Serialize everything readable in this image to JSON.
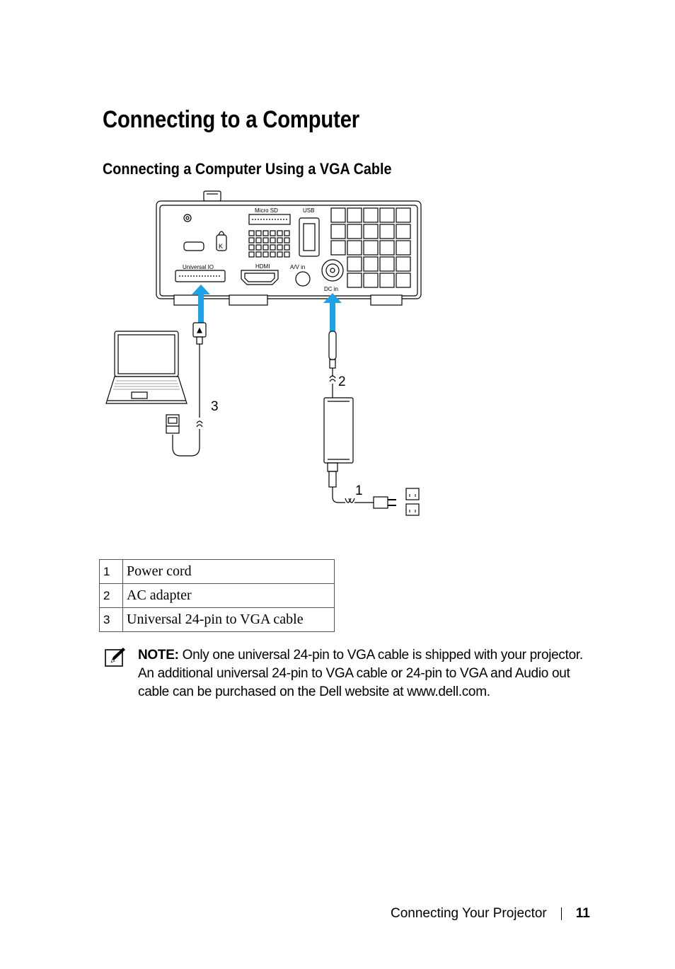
{
  "page": {
    "title": "Connecting to a Computer",
    "subtitle": "Connecting a Computer Using a VGA Cable"
  },
  "diagram": {
    "ports": {
      "micro_sd": "Micro SD",
      "usb": "USB",
      "universal_io": "Universal IO",
      "hdmi": "HDMI",
      "av_in": "A/V in",
      "dc_in": "DC in",
      "lock": "K"
    },
    "callouts": [
      "1",
      "2",
      "3"
    ]
  },
  "legend": {
    "rows": [
      {
        "num": "1",
        "label": "Power cord"
      },
      {
        "num": "2",
        "label": "AC adapter"
      },
      {
        "num": "3",
        "label": "Universal 24-pin to VGA cable"
      }
    ]
  },
  "note": {
    "label": "NOTE:",
    "text": " Only one universal 24-pin to VGA cable is shipped with your projector. An additional universal 24-pin to VGA cable or 24-pin to VGA and Audio out cable can be purchased on the Dell website at ",
    "link": "www.dell.com",
    "end": "."
  },
  "footer": {
    "section": "Connecting Your Projector",
    "page_number": "11"
  },
  "colors": {
    "arrow": "#1aa3e6",
    "line": "#000000"
  }
}
